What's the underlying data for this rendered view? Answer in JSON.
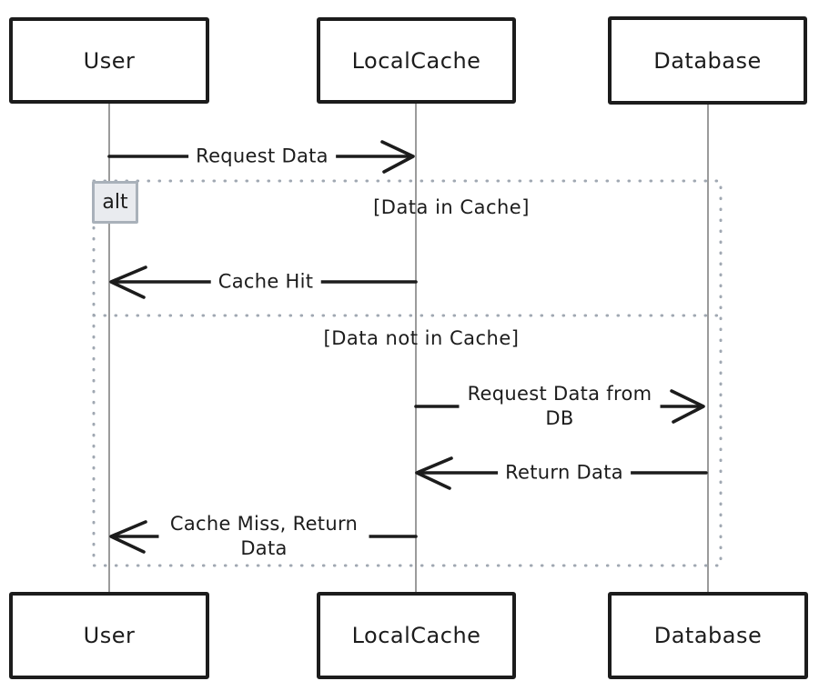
{
  "diagram": {
    "type": "sequence-diagram",
    "actors": [
      {
        "id": "user",
        "label": "User"
      },
      {
        "id": "localcache",
        "label": "LocalCache"
      },
      {
        "id": "database",
        "label": "Database"
      }
    ],
    "alt_frame": {
      "label": "alt",
      "branches": [
        {
          "condition": "[Data in Cache]"
        },
        {
          "condition": "[Data not in Cache]"
        }
      ]
    },
    "messages": [
      {
        "from": "User",
        "to": "LocalCache",
        "label": "Request Data"
      },
      {
        "from": "LocalCache",
        "to": "User",
        "label": "Cache Hit",
        "branch": "[Data in Cache]"
      },
      {
        "from": "LocalCache",
        "to": "Database",
        "label": "Request Data from DB",
        "branch": "[Data not in Cache]"
      },
      {
        "from": "Database",
        "to": "LocalCache",
        "label": "Return Data",
        "branch": "[Data not in Cache]"
      },
      {
        "from": "LocalCache",
        "to": "User",
        "label": "Cache Miss, Return Data",
        "branch": "[Data not in Cache]"
      }
    ],
    "colors": {
      "stroke": "#1c1c1c",
      "lifeline": "#9b9b9b",
      "frame_dotted": "#a0a8b2",
      "alt_label_bg": "#e9ebef",
      "alt_label_border": "#a9b1ba",
      "background": "#ffffff"
    }
  }
}
